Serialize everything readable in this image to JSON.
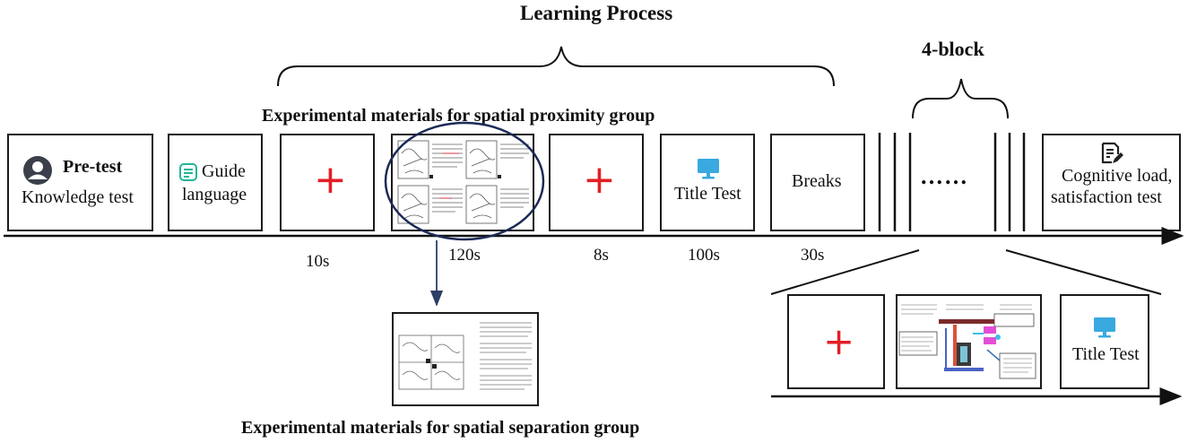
{
  "title": "Learning Process",
  "block_label": "4-block",
  "proximity_label": "Experimental materials for spatial proximity group",
  "separation_label": "Experimental materials for spatial separation group",
  "pretest": {
    "title": "Pre-test",
    "subtitle": "Knowledge test",
    "icon": "person-icon"
  },
  "guide": {
    "line1": "Guide",
    "line2": "language",
    "icon": "document-icon"
  },
  "fixation_symbol": "+",
  "title_test": "Title Test",
  "breaks": "Breaks",
  "ellipsis": "……",
  "final_test": {
    "line1": "Cognitive load,",
    "line2": "satisfaction test",
    "icon": "edit-document-icon"
  },
  "durations": {
    "fixation1": "10s",
    "material": "120s",
    "fixation2": "8s",
    "title_test": "100s",
    "breaks": "30s"
  },
  "colors": {
    "fixation": "#e41e26",
    "monitor": "#39a9e0",
    "ellipse": "#1b2a57",
    "arrow": "#2c3e66"
  }
}
